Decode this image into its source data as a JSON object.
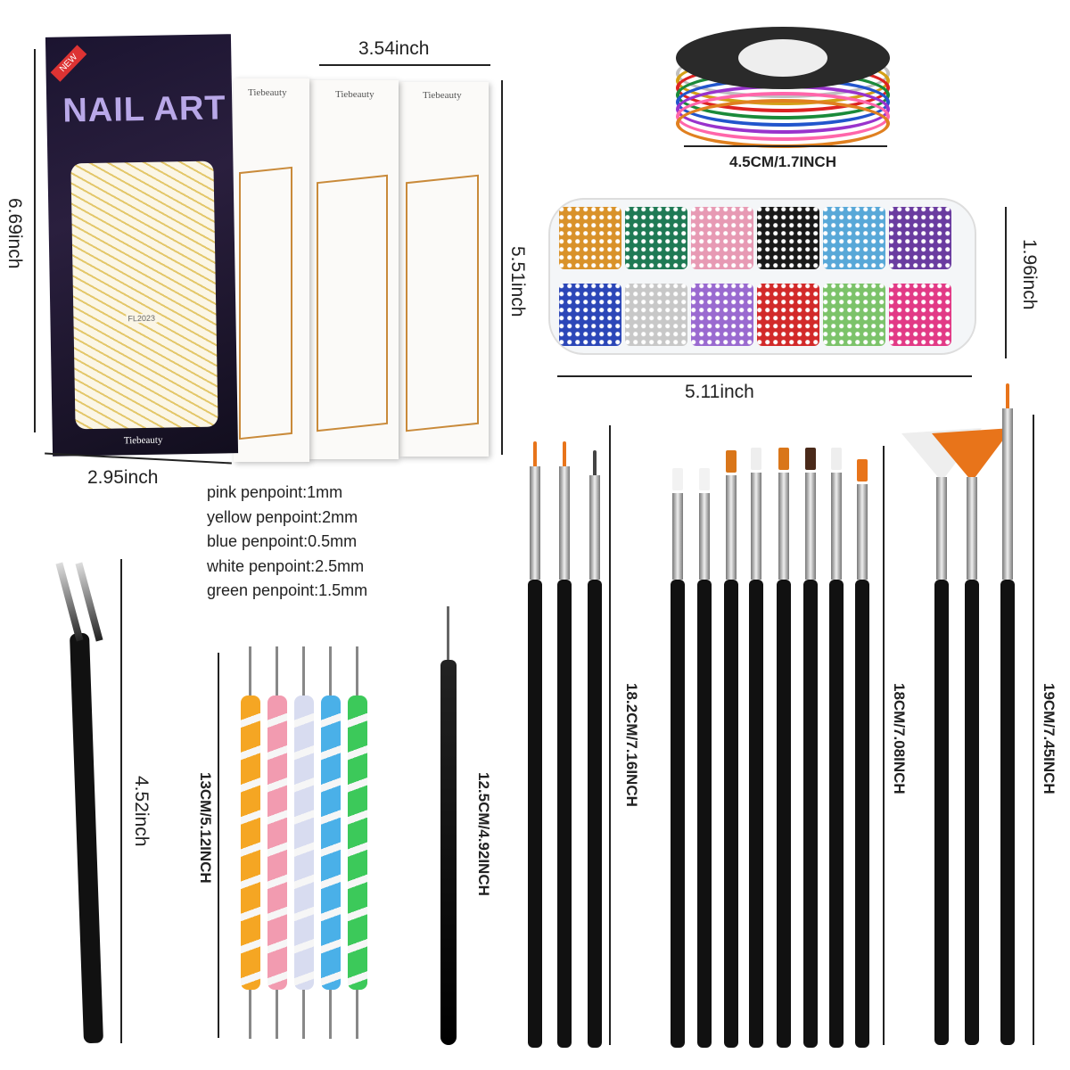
{
  "packs": {
    "new_badge": "NEW",
    "title": "NAIL ART",
    "brand": "Tiebeauty",
    "code": "FL2023"
  },
  "dimensions": {
    "pack_height": "6.69inch",
    "pack_width": "2.95inch",
    "card_width": "3.54inch",
    "card_height": "5.51inch",
    "tape_width": "4.5CM/1.7INCH",
    "box_height": "1.96inch",
    "box_width": "5.11inch",
    "tweezer_length": "4.52inch",
    "dotting_length": "13CM/5.12INCH",
    "liner_length": "12.5CM/4.92INCH",
    "brush_set1_length": "18.2CM/7.16INCH",
    "brush_set2_length": "18CM/7.08INCH",
    "brush_set3_length": "19CM/7.45INCH"
  },
  "penpoints": [
    "pink penpoint:1mm",
    "yellow penpoint:2mm",
    "blue penpoint:0.5mm",
    "white penpoint:2.5mm",
    "green penpoint:1.5mm"
  ],
  "rhinestone_colors": [
    "#d9922a",
    "#1f7a55",
    "#e79ab4",
    "#1a1a1a",
    "#58a8d8",
    "#6a3ca0",
    "#2c47b8",
    "#c8c8c8",
    "#9a6ad0",
    "#d22a2a",
    "#7cc36a",
    "#e23a86"
  ],
  "tape_colors": [
    "#c0c0c0",
    "#d4a017",
    "#d22",
    "#1a8a3a",
    "#2255cc",
    "#9933cc",
    "#ff66aa",
    "#e08020"
  ],
  "dotting_colors": [
    "#f5a623",
    "#f29bb0",
    "#d8dcf0",
    "#4ab0e8",
    "#3cc95a"
  ]
}
